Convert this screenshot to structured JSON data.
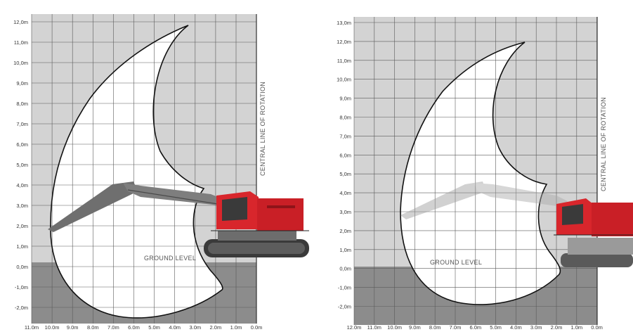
{
  "colors": {
    "sky": "#d3d3d3",
    "ground": "#8c8c8c",
    "grid": "#555555",
    "envelope_fill": "#ffffff",
    "envelope_stroke": "#111111",
    "machine_red": "#d8262c",
    "machine_dark": "#3a3a3a",
    "boom_grey": "#7a7a7a"
  },
  "panels": [
    {
      "id": "left",
      "y_ticks": [
        "12,0m",
        "11,0m",
        "10,0m",
        "9,0m",
        "8,0m",
        "7,0m",
        "6,0m",
        "5,0m",
        "4,0m",
        "3,0m",
        "2,0m",
        "1,0m",
        "0,0m",
        "-1,0m",
        "-2,0m"
      ],
      "x_ticks": [
        "11.0m",
        "10.0m",
        "9.0m",
        "8.0m",
        "7.0m",
        "6.0m",
        "5.0m",
        "4.0m",
        "3.0m",
        "2.0m",
        "1.0m",
        "0.0m"
      ],
      "ground_label": "GROUND LEVEL",
      "central_label": "CENTRAL LINE OF ROTATION"
    },
    {
      "id": "right",
      "y_ticks": [
        "13,0m",
        "12,0m",
        "11,0m",
        "10,0m",
        "9,0m",
        "8,0m",
        "7,0m",
        "6,0m",
        "5,0m",
        "4,0m",
        "3,0m",
        "2,0m",
        "1,0m",
        "0,0m",
        "-1,0m",
        "-2,0m"
      ],
      "x_ticks": [
        "12.0m",
        "11.0m",
        "10.0m",
        "9.0m",
        "8.0m",
        "7.0m",
        "6.0m",
        "5.0m",
        "4.0m",
        "3.0m",
        "2.0m",
        "1.0m",
        "0.0m"
      ],
      "ground_label": "GROUND LEVEL",
      "central_label": "CENTRAL LINE OF ROTATION"
    }
  ]
}
